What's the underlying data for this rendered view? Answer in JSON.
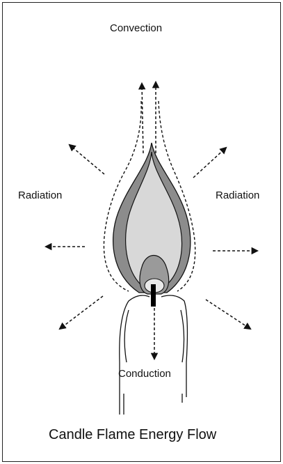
{
  "diagram": {
    "labels": {
      "convection": "Convection",
      "radiation_left": "Radiation",
      "radiation_right": "Radiation",
      "conduction": "Conduction"
    },
    "title": "Candle Flame Energy Flow"
  },
  "colors": {
    "outer_flame": "#8c8c8c",
    "inner_flame": "#d8d8d8",
    "flame_core": "#9a9a9a",
    "wick": "#000000",
    "line": "#111111"
  }
}
